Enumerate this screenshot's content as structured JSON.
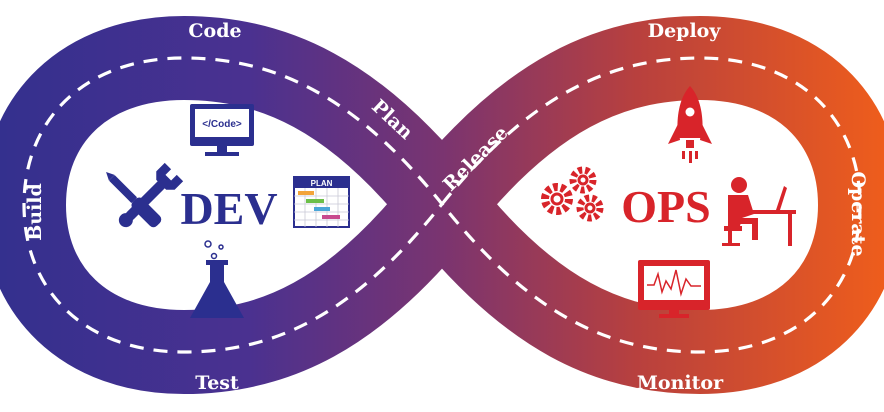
{
  "title": "",
  "dev_label": "DEV",
  "ops_label": "OPS",
  "stages": {
    "code": "Code",
    "build": "Build",
    "test": "Test",
    "plan": "Plan",
    "release": "Release",
    "deploy": "Deploy",
    "operate": "Operate",
    "monitor": "Monitor"
  },
  "icon_text": {
    "code_screen": "</Code>",
    "plan_board": "PLAN"
  },
  "colors": {
    "dev": "#2b2f8f",
    "ops": "#d8242a",
    "gradient_left": "#36318f",
    "gradient_mid": "#7a3470",
    "gradient_right": "#ea5a1f"
  },
  "icons": [
    "monitor-code-icon",
    "tools-icon",
    "plan-board-icon",
    "flask-icon",
    "rocket-icon",
    "gears-icon",
    "person-at-desk-icon",
    "monitor-chart-icon"
  ]
}
